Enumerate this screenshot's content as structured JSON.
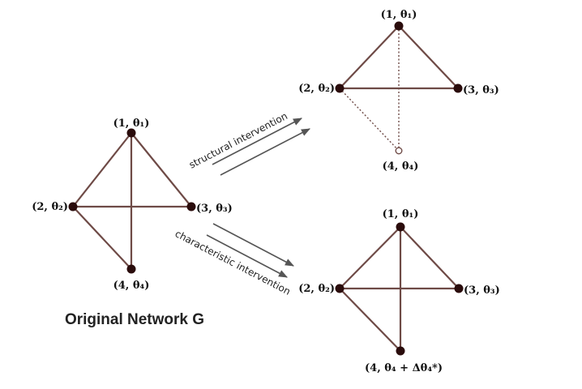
{
  "colors": {
    "edge": "#6e4a46",
    "node": "#2a0c0c",
    "arrow": "#555555",
    "text": "#111111"
  },
  "title": "Original Network G",
  "arrows": {
    "structural": "structural intervention",
    "characteristic": "characteristic intervention"
  },
  "original": {
    "nodes": [
      {
        "id": 1,
        "label": "(1, θ₁)"
      },
      {
        "id": 2,
        "label": "(2, θ₂)"
      },
      {
        "id": 3,
        "label": "(3, θ₃)"
      },
      {
        "id": 4,
        "label": "(4, θ₄)"
      }
    ],
    "edges": [
      [
        1,
        2
      ],
      [
        1,
        3
      ],
      [
        2,
        3
      ],
      [
        1,
        4
      ]
    ]
  },
  "structural": {
    "nodes": [
      {
        "id": 1,
        "label": "(1, θ₁)"
      },
      {
        "id": 2,
        "label": "(2, θ₂)"
      },
      {
        "id": 3,
        "label": "(3, θ₃)"
      },
      {
        "id": 4,
        "label": "(4, θ₄)",
        "removed": true
      }
    ],
    "edges": [
      [
        1,
        2
      ],
      [
        1,
        3
      ],
      [
        2,
        3
      ]
    ],
    "removed_edges": [
      [
        1,
        4
      ],
      [
        2,
        4
      ]
    ]
  },
  "characteristic": {
    "nodes": [
      {
        "id": 1,
        "label": "(1, θ₁)"
      },
      {
        "id": 2,
        "label": "(2, θ₂)"
      },
      {
        "id": 3,
        "label": "(3, θ₃)"
      },
      {
        "id": 4,
        "label": "(4, θ₄ + Δθ₄*)"
      }
    ],
    "edges": [
      [
        1,
        2
      ],
      [
        1,
        3
      ],
      [
        2,
        3
      ],
      [
        1,
        4
      ],
      [
        2,
        4
      ]
    ]
  }
}
